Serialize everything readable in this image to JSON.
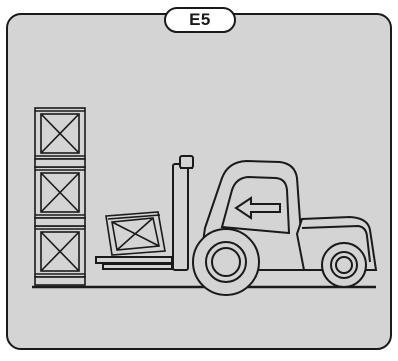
{
  "panel": {
    "label": "E5",
    "background_color": "#d4d4d4",
    "line_color": "#1a1a1a"
  },
  "scene": {
    "crate_stack": {
      "crate_count": 3
    },
    "forklift": {
      "carried_crates": 1,
      "direction_arrow": "left"
    }
  }
}
